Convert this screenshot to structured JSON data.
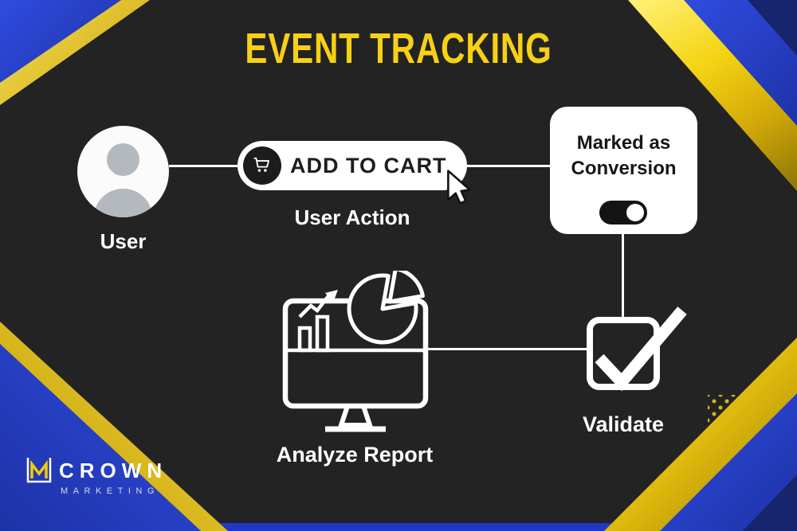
{
  "title": "EVENT TRACKING",
  "colors": {
    "background": "#232323",
    "accent_yellow": "#F8D014",
    "accent_blue": "#2A44D4",
    "white": "#FFFFFF",
    "dark": "#1D1D1D"
  },
  "flow": {
    "user": {
      "label": "User"
    },
    "action": {
      "button": "ADD TO CART",
      "label": "User Action"
    },
    "conversion": {
      "label": "Marked as Conversion",
      "toggle_state": "on"
    },
    "validate": {
      "label": "Validate"
    },
    "report": {
      "label": "Analyze Report"
    }
  },
  "logo": {
    "title": "CROWN",
    "subtitle": "MARKETING"
  },
  "icons": {
    "user": "person-icon",
    "action": "cart-icon",
    "pointer": "cursor-icon",
    "conversion": "toggle-switch",
    "validate": "checkmark-icon",
    "report": "monitor-chart-icon"
  }
}
